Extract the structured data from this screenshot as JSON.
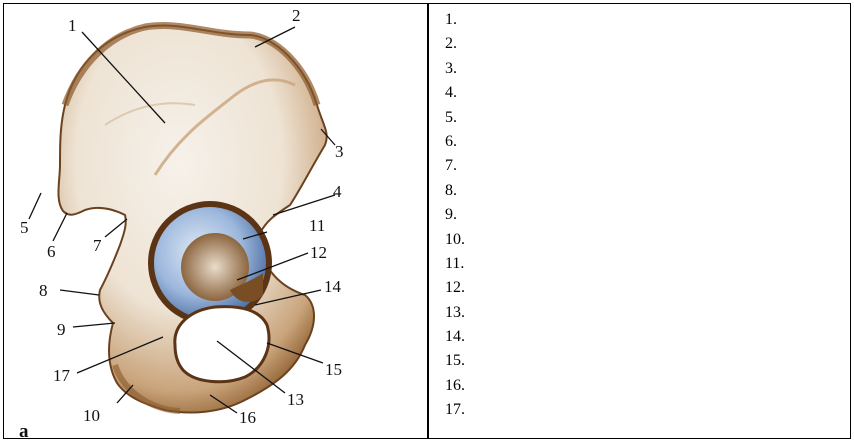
{
  "figure": {
    "panel_letter": "a",
    "callouts": [
      "1",
      "2",
      "3",
      "4",
      "5",
      "6",
      "7",
      "8",
      "9",
      "10",
      "11",
      "12",
      "13",
      "14",
      "15",
      "16",
      "17"
    ]
  },
  "answers": [
    "1.",
    "2.",
    "3.",
    "4.",
    "5.",
    "6.",
    "7.",
    "8.",
    "9.",
    "10.",
    "11.",
    "12.",
    "13.",
    "14.",
    "15.",
    "16.",
    "17."
  ],
  "colors": {
    "bone_light": "#efe6da",
    "bone_dark": "#8a5a2b",
    "cartilage": "#8fb0d8",
    "border": "#000000"
  }
}
